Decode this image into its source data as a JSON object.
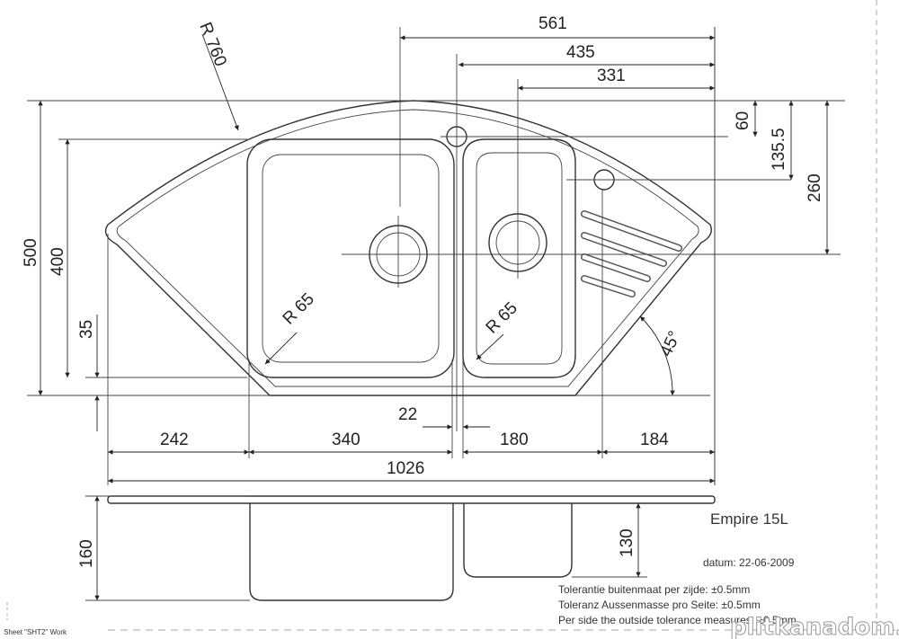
{
  "drawing": {
    "dimensions": {
      "d561": "561",
      "d435": "435",
      "d331": "331",
      "r760": "R 760",
      "d60": "60",
      "d135": "135.5",
      "d260": "260",
      "d500": "500",
      "d400": "400",
      "d35": "35",
      "r65a": "R 65",
      "r65b": "R 65",
      "a45": "45°",
      "d22": "22",
      "d242": "242",
      "d340": "340",
      "d180": "180",
      "d184": "184",
      "d1026": "1026",
      "d160": "160",
      "d130": "130"
    },
    "title": "Empire 15L",
    "date": "datum: 22-06-2009",
    "tolerances": [
      "Tolerantie buitenmaat per zijde: ±0.5mm",
      "Toleranz Aussenmasse pro Seite: ±0.5mm",
      "Per side the outside tolerance measures: ±0.5mm"
    ],
    "sheet": "Sheet \"SHT2\" Work",
    "watermark": "plitkanadom.ru"
  }
}
